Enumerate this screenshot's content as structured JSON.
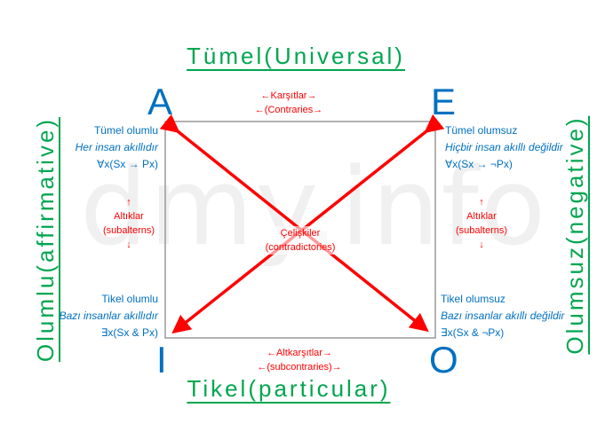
{
  "watermark": "dmy.info",
  "titles": {
    "top": "Tümel(Universal)",
    "bottom": "Tikel(particular)",
    "left": "Olumlu(affirmative)",
    "right": "Olumsuz(negative)"
  },
  "corners": {
    "a": "A",
    "e": "E",
    "i": "I",
    "o": "O"
  },
  "a_text": {
    "l1": "Tümel olumlu",
    "l2": "Her insan akıllıdır",
    "l3": "∀x(Sx → Px)"
  },
  "e_text": {
    "l1": "Tümel olumsuz",
    "l2": "Hiçbir insan akıllı değildir",
    "l3": "∀x(Sx → ¬Px)"
  },
  "i_text": {
    "l1": "Tikel olumlu",
    "l2": "Bazı insanlar akıllıdır",
    "l3": "∃x(Sx & Px)"
  },
  "o_text": {
    "l1": "Tikel olumsuz",
    "l2": "Bazı insanlar akıllı değildir",
    "l3": "∃x(Sx & ¬Px)"
  },
  "relations": {
    "top": {
      "l1": "←Karşıtlar→",
      "l2": "←(Contraries→"
    },
    "bottom": {
      "l1": "←Altkarşıtlar→",
      "l2": "←(subcontraries)→"
    },
    "center": {
      "l1": "Çelişkiler",
      "l2": "(contradictories)"
    },
    "left": {
      "l1": "↑",
      "l2": "Altıklar",
      "l3": "(subalterns)",
      "l4": "↓"
    },
    "right": {
      "l1": "↑",
      "l2": "Altıklar",
      "l3": "(subalterns)",
      "l4": "↓"
    }
  },
  "colors": {
    "blue": "#0070c0",
    "green": "#00a650",
    "red": "#ff0000"
  }
}
